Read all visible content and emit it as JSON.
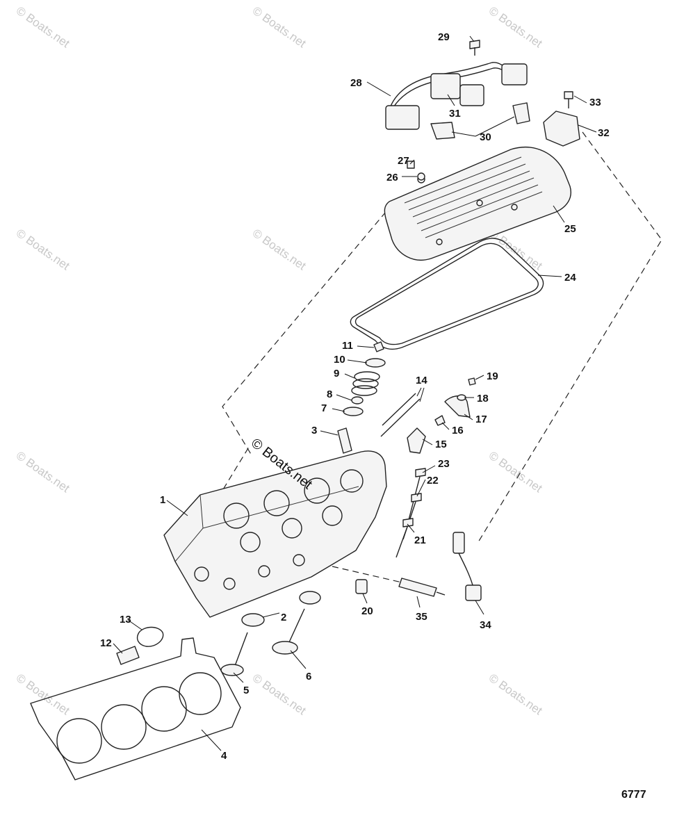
{
  "watermark": {
    "text": "© Boats.net",
    "center_text": "© Boats.net"
  },
  "figure_number": "6777",
  "callouts": [
    "1",
    "2",
    "3",
    "4",
    "5",
    "6",
    "7",
    "8",
    "9",
    "10",
    "11",
    "12",
    "13",
    "14",
    "15",
    "16",
    "17",
    "18",
    "19",
    "20",
    "21",
    "22",
    "23",
    "24",
    "25",
    "26",
    "27",
    "28",
    "29",
    "30",
    "31",
    "32",
    "33",
    "34",
    "35"
  ],
  "colors": {
    "line": "#222222",
    "watermark": "#c8c8c8",
    "background": "#ffffff"
  }
}
